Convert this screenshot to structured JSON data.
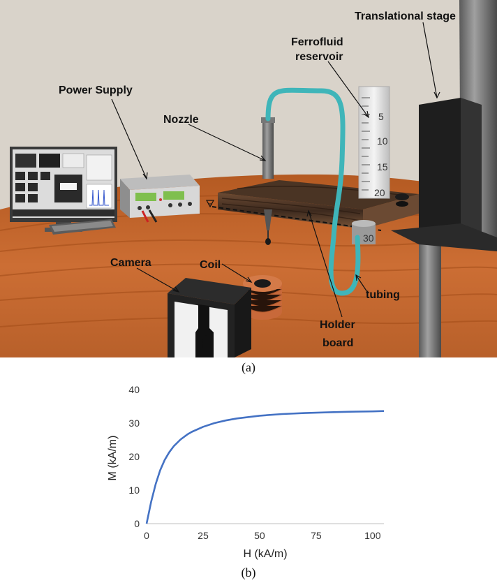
{
  "figure": {
    "panel_a_caption": "(a)",
    "panel_b_caption": "(b)"
  },
  "scene": {
    "labels": {
      "translational_stage": "Translational stage",
      "ferrofluid_line1": "Ferrofluid",
      "ferrofluid_line2": "reservoir",
      "power_supply": "Power Supply",
      "nozzle": "Nozzle",
      "coil": "Coil",
      "camera": "Camera",
      "tubing": "tubing",
      "holder_line1": "Holder",
      "holder_line2": "board"
    },
    "ruler_marks": [
      "5",
      "10",
      "15",
      "20",
      "30"
    ],
    "colors": {
      "background": "#d8d2c8",
      "table": "#c0642a",
      "tubing": "#3fb5b9",
      "board": "#5a4030",
      "stage": "#2a2a2a"
    }
  },
  "chart_data": {
    "type": "line",
    "xlabel": "H (kA/m)",
    "ylabel": "M (kA/m)",
    "xlim": [
      0,
      105
    ],
    "ylim": [
      0,
      40
    ],
    "xticks": [
      0,
      25,
      50,
      75,
      100
    ],
    "yticks": [
      0,
      10,
      20,
      30,
      40
    ],
    "grid": false,
    "line_color": "#4472c4",
    "series": [
      {
        "x": [
          0,
          2,
          4,
          6,
          8,
          10,
          12,
          15,
          18,
          20,
          25,
          30,
          35,
          40,
          50,
          60,
          70,
          80,
          90,
          100,
          105
        ],
        "y": [
          0,
          6.5,
          11.8,
          15.9,
          19.0,
          21.3,
          23.1,
          25.1,
          26.6,
          27.4,
          28.9,
          30.0,
          30.8,
          31.4,
          32.2,
          32.7,
          33.0,
          33.2,
          33.4,
          33.5,
          33.6
        ]
      }
    ]
  }
}
